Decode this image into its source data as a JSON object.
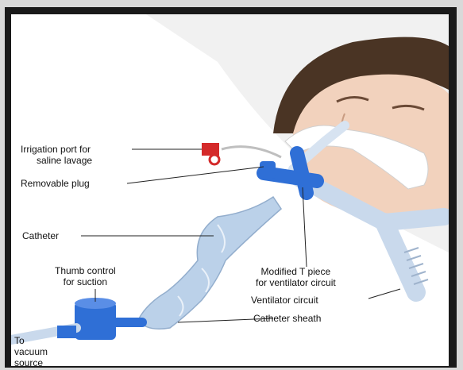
{
  "labels": {
    "irrigation_line1": "Irrigation port for",
    "irrigation_line2": "saline lavage",
    "removable_plug": "Removable plug",
    "catheter": "Catheter",
    "thumb_line1": "Thumb control",
    "thumb_line2": "for suction",
    "vacuum_line1": "To",
    "vacuum_line2": "vacuum",
    "vacuum_line3": "source",
    "t_piece_line1": "Modified T piece",
    "t_piece_line2": "for ventilator circuit",
    "ventilator_circuit": "Ventilator circuit",
    "catheter_sheath": "Catheter sheath"
  },
  "colors": {
    "frame": "#1a1a1a",
    "background": "#ffffff",
    "tube_blue": "#2f6fd6",
    "tube_light": "#c9d9ec",
    "sheath": "#b8cfe8",
    "skin": "#f2d2bd",
    "hair": "#4a3424",
    "port_red": "#d42a2a",
    "leader": "#222222"
  }
}
